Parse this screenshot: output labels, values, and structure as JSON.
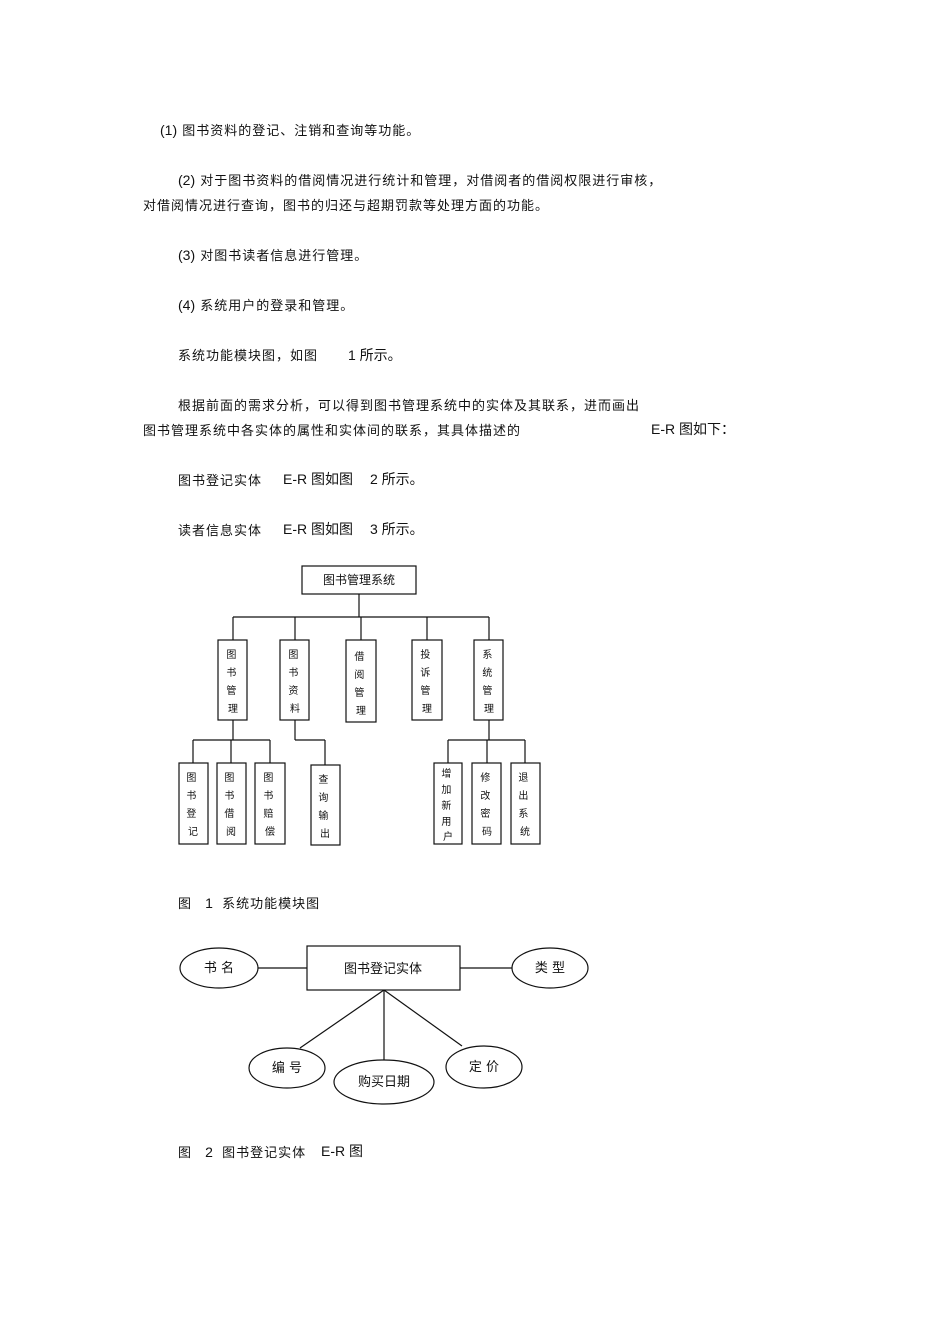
{
  "items": [
    {
      "num": "(1)",
      "text": "图书资料的登记、注销和查询等功能。"
    },
    {
      "num": "(2)",
      "text": "对于图书资料的借阅情况进行统计和管理，对借阅者的借阅权限进行审核，",
      "cont": "对借阅情况进行查询，图书的归还与超期罚款等处理方面的功能。"
    },
    {
      "num": "(3)",
      "text": "对图书读者信息进行管理。"
    },
    {
      "num": "(4)",
      "text": "系统用户的登录和管理。"
    }
  ],
  "para1": {
    "text": "系统功能模块图，如图",
    "ref": "1 所示。"
  },
  "para2": {
    "line1": "根据前面的需求分析，可以得到图书管理系统中的实体及其联系，进而画出",
    "line2": "图书管理系统中各实体的属性和实体间的联系，其具体描述的",
    "line2_tail": "E-R 图如下："
  },
  "para3": {
    "prefix": "图书登记实体",
    "er": "E-R 图如图",
    "ref": "2 所示。"
  },
  "para4": {
    "prefix": "读者信息实体",
    "er": "E-R 图如图",
    "ref": "3 所示。"
  },
  "tree": {
    "root": "图书管理系统",
    "level1": [
      {
        "label": "图书管理",
        "children": [
          "图书登记",
          "图书借阅",
          "图书赔偿"
        ]
      },
      {
        "label": "图书资料",
        "children": [
          "查询输出"
        ]
      },
      {
        "label": "借阅管理",
        "children": []
      },
      {
        "label": "投诉管理",
        "children": []
      },
      {
        "label": "系统管理",
        "children": [
          "增加新用户",
          "修改密码",
          "退出系统"
        ]
      }
    ]
  },
  "fig1_caption": {
    "prefix": "图",
    "num": "1",
    "text": "系统功能模块图"
  },
  "er": {
    "entity": "图书登记实体",
    "attributes": [
      "书 名",
      "类 型",
      "编 号",
      "购买日期",
      "定 价"
    ]
  },
  "fig2_caption": {
    "prefix": "图",
    "num": "2",
    "text": "图书登记实体",
    "er": "E-R 图"
  }
}
